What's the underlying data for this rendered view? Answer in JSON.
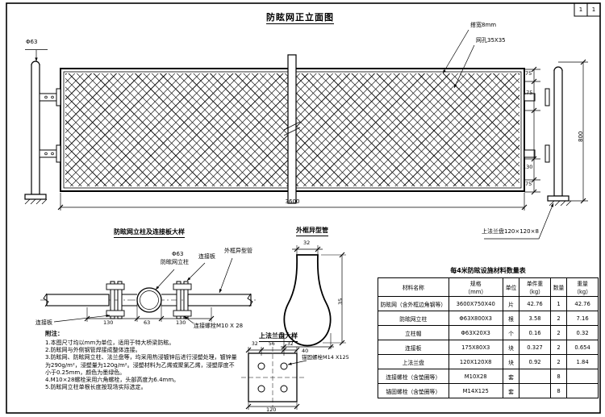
{
  "page": {
    "sheet_left": "1",
    "sheet_right": "1"
  },
  "elevation": {
    "title": "防眩网正立面图",
    "post_diameter": "Φ63",
    "ann_strip_width": "搭宽8mm",
    "ann_mesh_size": "网孔35X35",
    "ann_flange": "上法兰盘120×120×8",
    "dim_span": "3600",
    "dims_right": [
      "75",
      "175",
      "130",
      "75"
    ],
    "dim_total_height": "800"
  },
  "detail_post": {
    "title": "防眩网立柱及连接板大样",
    "label_diameter": "Φ63",
    "label_post": "防眩网立柱",
    "label_plate": "连接板",
    "label_tube": "外框异型管",
    "label_plate_left": "连接板",
    "label_bolt": "连接螺栓M10 X 28",
    "dims": [
      "130",
      "63",
      "130"
    ]
  },
  "detail_tube": {
    "title": "外框异型管",
    "dim_top": "32",
    "dim_side": "35",
    "dim_bottom": "40"
  },
  "detail_flange": {
    "title": "上法兰盘大样",
    "label_bolt": "锚固螺栓M14 X125",
    "dims_top": [
      "32",
      "56",
      "32"
    ],
    "dim_bottom": "120"
  },
  "notes": {
    "heading": "附注：",
    "items": [
      "1.本图尺寸均以mm为单位，适用于特大桥梁防眩。",
      "2.防眩网与外侧钢管焊接成整体连接。",
      "3.防眩网、防眩网立柱、法兰盘等，均采用热浸镀锌后进行浸塑处理，镀锌量为290g/m²，浸塑量为120g/m²。浸塑材料为乙烯或聚氯乙烯，浸塑厚度不小于0.25mm，颜色为墨绿色。",
      "4.M10×28螺栓采用六角螺栓，头部高度为6.4mm。",
      "5.防眩网立柱单根长度按现场实际选定。"
    ]
  },
  "table": {
    "title": "每4米防眩设施材料数量表",
    "columns": [
      "材料名称",
      "规格\n（mm）",
      "单位",
      "单件重\n（kg）",
      "数量",
      "重量\n（kg）"
    ],
    "rows": [
      [
        "防眩网（含外框边角钢等）",
        "3600X750X40",
        "片",
        "42.76",
        "1",
        "42.76"
      ],
      [
        "防眩网立柱",
        "Φ63X800X3",
        "根",
        "3.58",
        "2",
        "7.16"
      ],
      [
        "立柱帽",
        "Φ63X20X3",
        "个",
        "0.16",
        "2",
        "0.32"
      ],
      [
        "连接板",
        "175X80X3",
        "块",
        "0.327",
        "2",
        "0.654"
      ],
      [
        "上法兰盘",
        "120X120X8",
        "块",
        "0.92",
        "2",
        "1.84"
      ],
      [
        "连接螺栓（含垫圈等）",
        "M10X28",
        "套",
        "",
        "8",
        ""
      ],
      [
        "锚固螺栓（含垫圈等）",
        "M14X125",
        "套",
        "",
        "8",
        ""
      ]
    ]
  }
}
